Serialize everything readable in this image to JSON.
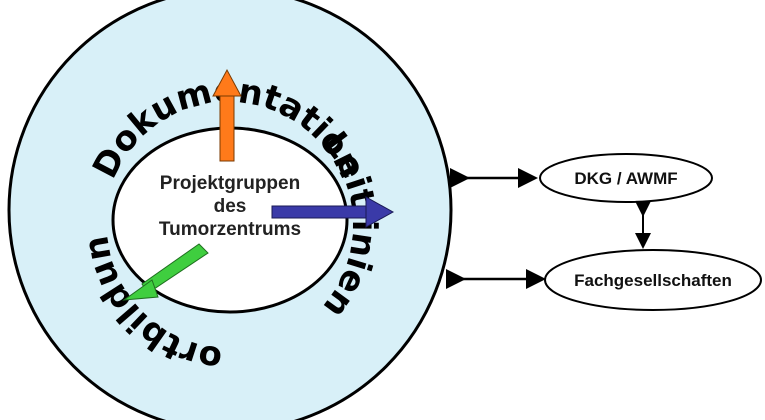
{
  "ring": {
    "top_label": "Dokumentation",
    "right_label": "Leitlinien",
    "left_label": "Fortbildung"
  },
  "center": {
    "lines": [
      "Projektgruppen",
      "des",
      "Tumorzentrums"
    ]
  },
  "nodes": {
    "dkg": "DKG / AWMF",
    "fach": "Fachgesellschaften"
  },
  "colors": {
    "ring_fill": "#d8f0f8",
    "arrow_up": "#ff7a1a",
    "arrow_right": "#3a3aa8",
    "arrow_down_left": "#3fce3f"
  }
}
